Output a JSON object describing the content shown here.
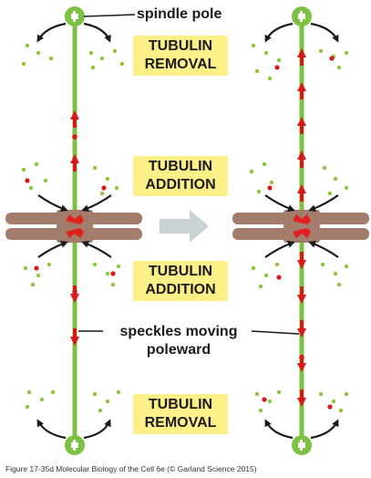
{
  "labels": {
    "spindle_pole": "spindle pole",
    "tubulin_removal_top_1": "TUBULIN",
    "tubulin_removal_top_2": "REMOVAL",
    "tubulin_addition_upper_1": "TUBULIN",
    "tubulin_addition_upper_2": "ADDITION",
    "tubulin_addition_lower_1": "TUBULIN",
    "tubulin_addition_lower_2": "ADDITION",
    "speckles_1": "speckles moving",
    "speckles_2": "poleward",
    "tubulin_removal_bottom_1": "TUBULIN",
    "tubulin_removal_bottom_2": "REMOVAL"
  },
  "caption": "Figure 17-35d  Molecular Biology of the Cell 6e (© Garland Science 2015)",
  "colors": {
    "microtubule": "#7dc143",
    "pole": "#7dc143",
    "chromosome": "#a47c6b",
    "kinetochore": "#e0201b",
    "speckle_green": "#8dc63f",
    "speckle_red": "#d7191c",
    "arrow_red": "#d7191c",
    "label_bg": "#fdf088",
    "gray_arrow": "#c9d3d3"
  },
  "icons": {
    "pole": "spindle-pole-icon",
    "chromosome": "chromosome-icon",
    "transition": "gray-right-arrow-icon"
  }
}
